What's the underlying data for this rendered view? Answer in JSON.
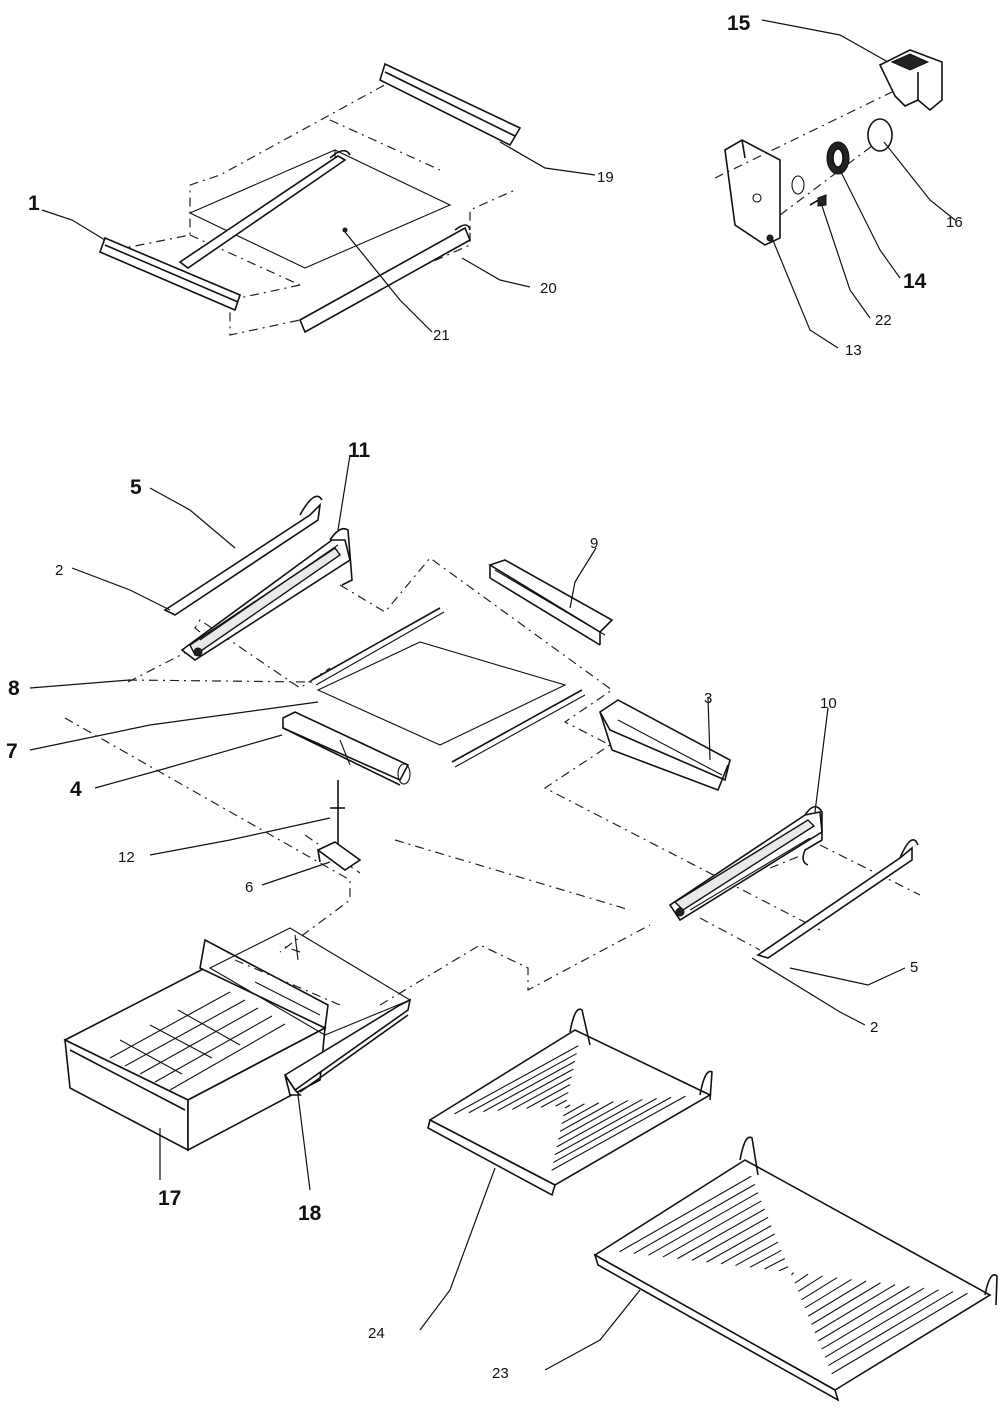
{
  "diagram": {
    "labels": {
      "p1": "1",
      "p19": "19",
      "p20": "20",
      "p21": "21",
      "p15": "15",
      "p16": "16",
      "p14": "14",
      "p22": "22",
      "p13": "13",
      "p5a": "5",
      "p11": "11",
      "p2a": "2",
      "p9": "9",
      "p8": "8",
      "p3": "3",
      "p7": "7",
      "p10": "10",
      "p4": "4",
      "p12": "12",
      "p6": "6",
      "p5b": "5",
      "p2b": "2",
      "p17": "17",
      "p18": "18",
      "p24": "24",
      "p23": "23"
    }
  }
}
